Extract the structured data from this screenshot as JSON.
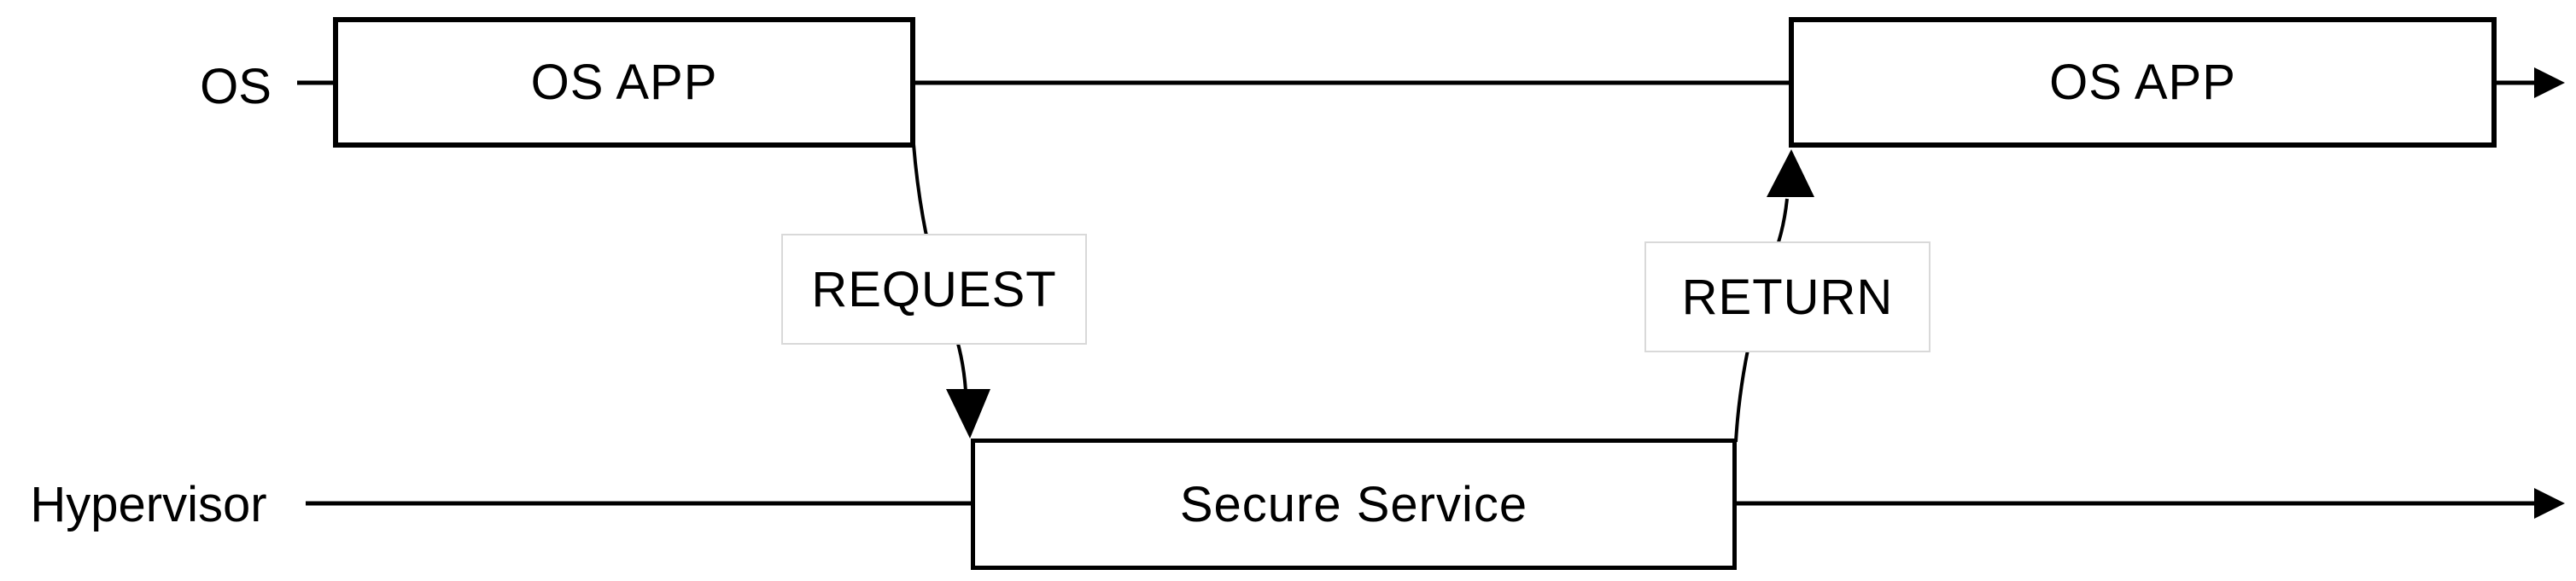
{
  "diagram": {
    "background_color": "#ffffff",
    "stroke_color": "#000000",
    "edge_label_border_color": "#d9d9d9",
    "lanes": [
      {
        "id": "os",
        "label": "OS"
      },
      {
        "id": "hypervisor",
        "label": "Hypervisor"
      }
    ],
    "nodes": [
      {
        "id": "os-app-left",
        "lane": "os",
        "label": "OS APP"
      },
      {
        "id": "os-app-right",
        "lane": "os",
        "label": "OS APP"
      },
      {
        "id": "secure-service",
        "lane": "hypervisor",
        "label": "Secure Service"
      }
    ],
    "edges": [
      {
        "id": "request",
        "label": "REQUEST",
        "from": "os-app-left",
        "to": "secure-service",
        "direction": "down"
      },
      {
        "id": "return",
        "label": "RETURN",
        "from": "secure-service",
        "to": "os-app-right",
        "direction": "up"
      }
    ]
  }
}
